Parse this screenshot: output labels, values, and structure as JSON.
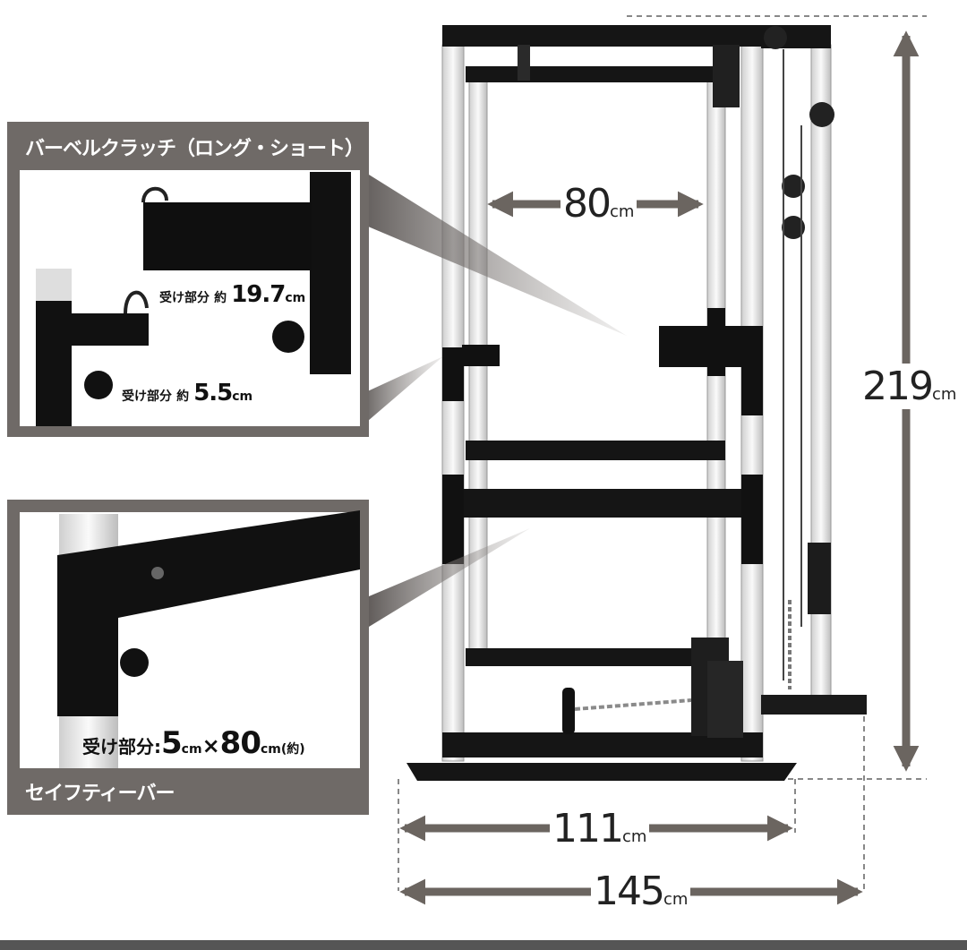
{
  "panels": {
    "clutch": {
      "title": "バーベルクラッチ（ロング・ショート）",
      "long": {
        "label": "受け部分",
        "prefix": "約",
        "value": "19.7",
        "unit": "cm"
      },
      "short": {
        "label": "受け部分",
        "prefix": "約",
        "value": "5.5",
        "unit": "cm"
      }
    },
    "safety": {
      "title": "セイフティーバー",
      "spec": {
        "label": "受け部分:",
        "value_a": "5",
        "unit_a": "cm",
        "times": "×",
        "value_b": "80",
        "unit_b": "cm",
        "suffix": "(約)"
      }
    }
  },
  "dimensions": {
    "inner_width": {
      "value": "80",
      "unit": "cm"
    },
    "height": {
      "value": "219",
      "unit": "cm"
    },
    "depth_rack": {
      "value": "111",
      "unit": "cm"
    },
    "depth_total": {
      "value": "145",
      "unit": "cm"
    }
  },
  "colors": {
    "panel_bg": "#6f6a67",
    "frame_black": "#1a1a1a",
    "upright_silver": "#e8e8e8",
    "arrow_gray": "#6b6560"
  }
}
